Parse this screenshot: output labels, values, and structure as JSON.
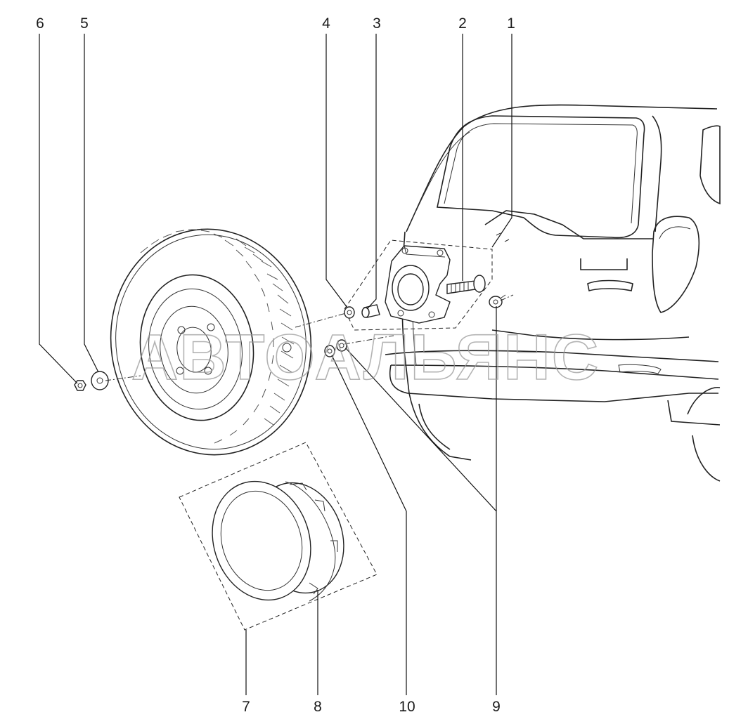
{
  "callouts": [
    "1",
    "2",
    "3",
    "4",
    "5",
    "6",
    "7",
    "8",
    "9",
    "10"
  ],
  "watermark": "АВТОАЛЬЯНС",
  "colors": {
    "ink": "#222222",
    "watermark": "#9a9a9a",
    "background": "#ffffff"
  }
}
